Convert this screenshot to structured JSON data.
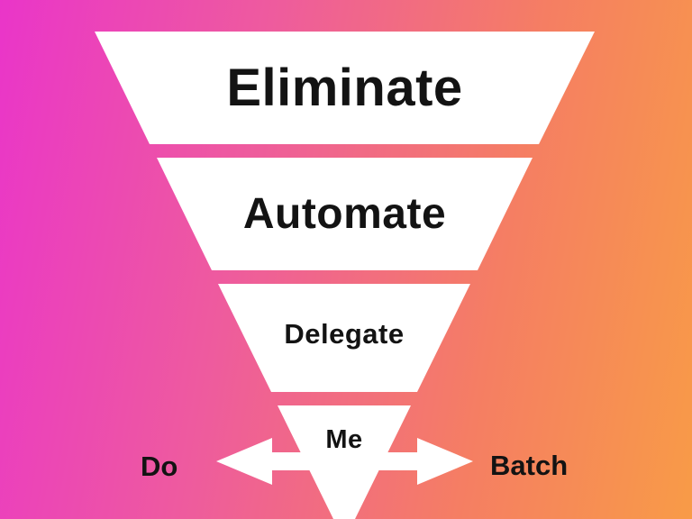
{
  "diagram": {
    "title": "Eliminate Automate Delegate funnel",
    "funnel": {
      "levels": [
        {
          "label": "Eliminate"
        },
        {
          "label": "Automate"
        },
        {
          "label": "Delegate"
        },
        {
          "label": "Me"
        }
      ]
    },
    "arrow": {
      "left_label": "Do",
      "right_label": "Batch"
    },
    "colors": {
      "background_gradient_left": "#ea35c9",
      "background_gradient_right": "#f89b47",
      "segment_fill": "#ffffff",
      "text": "#131313"
    }
  }
}
